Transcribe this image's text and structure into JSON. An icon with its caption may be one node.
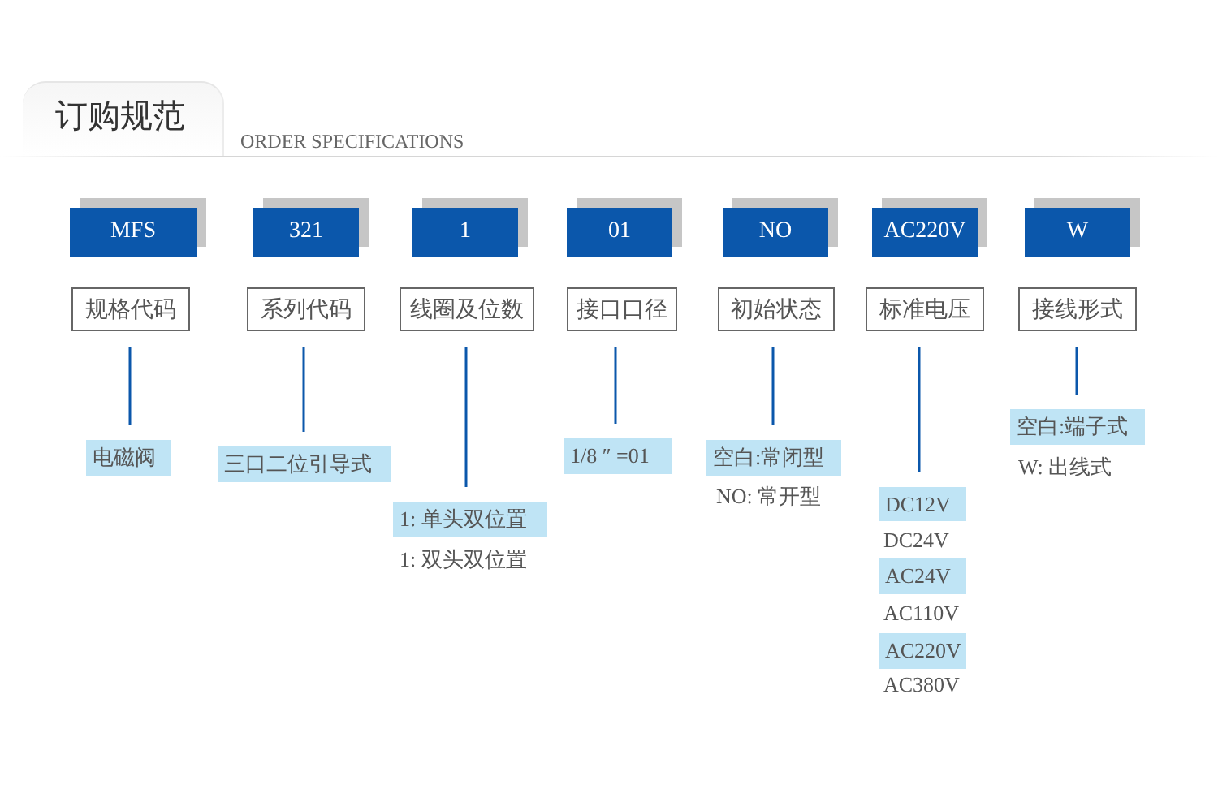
{
  "diagram": {
    "title": "订购规范",
    "nodes": [
      {
        "text": [
          "MFS"
        ]
      },
      {
        "text": [
          "321"
        ]
      },
      {
        "text": [
          "1"
        ]
      },
      {
        "text": [
          "01"
        ]
      },
      {
        "text": [
          "NO"
        ]
      },
      {
        "text": [
          "AC220V"
        ]
      },
      {
        "text": [
          "W"
        ]
      },
      {
        "text": [
          "规格代码"
        ]
      },
      {
        "text": [
          "系列代码"
        ]
      },
      {
        "text": [
          "线圈及位数"
        ]
      },
      {
        "text": [
          "接口口径"
        ]
      },
      {
        "text": [
          "初始状态"
        ]
      },
      {
        "text": [
          "标准电压"
        ]
      },
      {
        "text": [
          "接线形式"
        ]
      },
      {
        "text": [
          "电磁阀"
        ]
      },
      {
        "text": [
          "三口二位引导式"
        ]
      },
      {
        "text": [
          "1: 单头双位置"
        ]
      },
      {
        "text": [
          "1/8 ″ =01"
        ]
      },
      {
        "text": [
          "空白:常闭型"
        ]
      },
      {
        "text": [
          "DC12V"
        ]
      },
      {
        "text": [
          "空白:端子式"
        ]
      },
      {
        "text": [
          "AC24V"
        ]
      },
      {
        "text": [
          "AC220V"
        ]
      }
    ],
    "edges": [
      {
        "from": 7,
        "to": 14,
        "arrow": "none"
      },
      {
        "from": 8,
        "to": 15,
        "arrow": "none"
      },
      {
        "from": 9,
        "to": 16,
        "arrow": "none"
      },
      {
        "from": 10,
        "to": 17,
        "arrow": "none"
      },
      {
        "from": 11,
        "to": 18,
        "arrow": "none"
      },
      {
        "from": 12,
        "to": 19,
        "arrow": "none"
      },
      {
        "from": 13,
        "to": 20,
        "arrow": "none"
      }
    ],
    "labels": [
      "ORDER SPECIFICATIONS",
      "W: 出线式",
      "NO: 常开型",
      "DC24V",
      "1: 双头双位置",
      "AC110V",
      "AC380V"
    ]
  }
}
